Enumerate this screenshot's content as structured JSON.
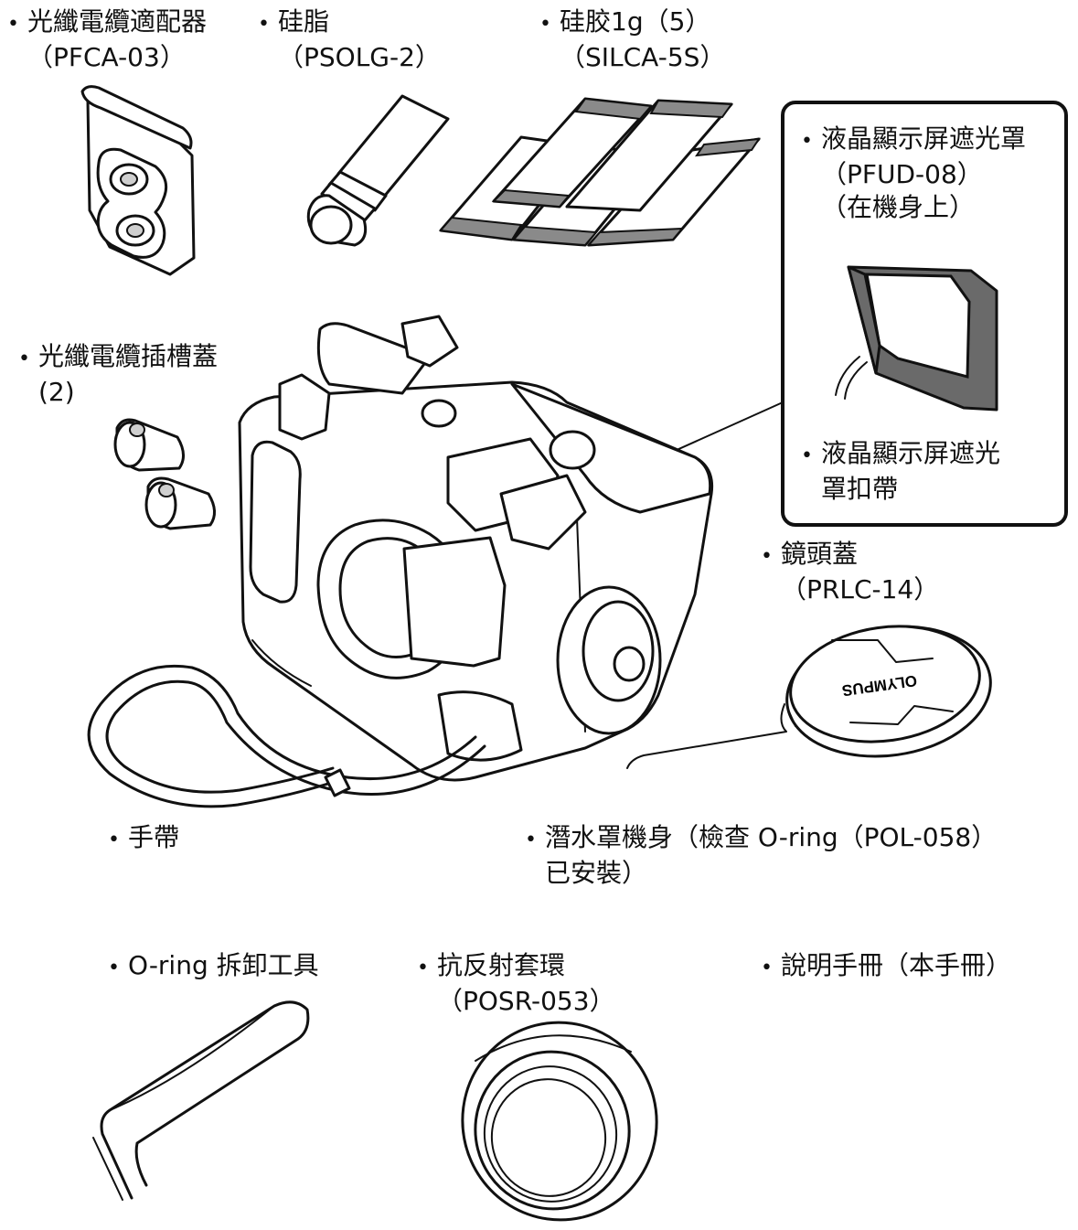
{
  "accessories": {
    "fiber_adapter": {
      "name": "光纖電纜適配器",
      "code": "（PFCA-03）"
    },
    "grease": {
      "name": "硅脂",
      "code": "（PSOLG-2）"
    },
    "silica_gel": {
      "name": "硅胶1g（5）",
      "code": "（SILCA-5S）"
    },
    "lcd_hood": {
      "name": "液晶顯示屏遮光罩",
      "code": "（PFUD-08）",
      "note": "（在機身上）"
    },
    "lcd_hood_strap": {
      "line1": "液晶顯示屏遮光",
      "line2": "罩扣帶"
    },
    "fiber_cap": {
      "name": "光纖電纜插槽蓋",
      "count": "(2)"
    },
    "lens_cap": {
      "name": "鏡頭蓋",
      "code": "（PRLC-14）",
      "brand": "OLYMPUS"
    },
    "hand_strap": {
      "name": "手帶"
    },
    "housing_body": {
      "line1": "潛水罩機身（檢查 O-ring（POL-058）",
      "line2": "已安裝）"
    },
    "oring_tool": {
      "name": "O-ring 拆卸工具"
    },
    "anti_reflection_ring": {
      "name": "抗反射套環",
      "code": "（POSR-053）"
    },
    "manual": {
      "name": "說明手冊（本手冊）"
    }
  },
  "bullet": "•"
}
